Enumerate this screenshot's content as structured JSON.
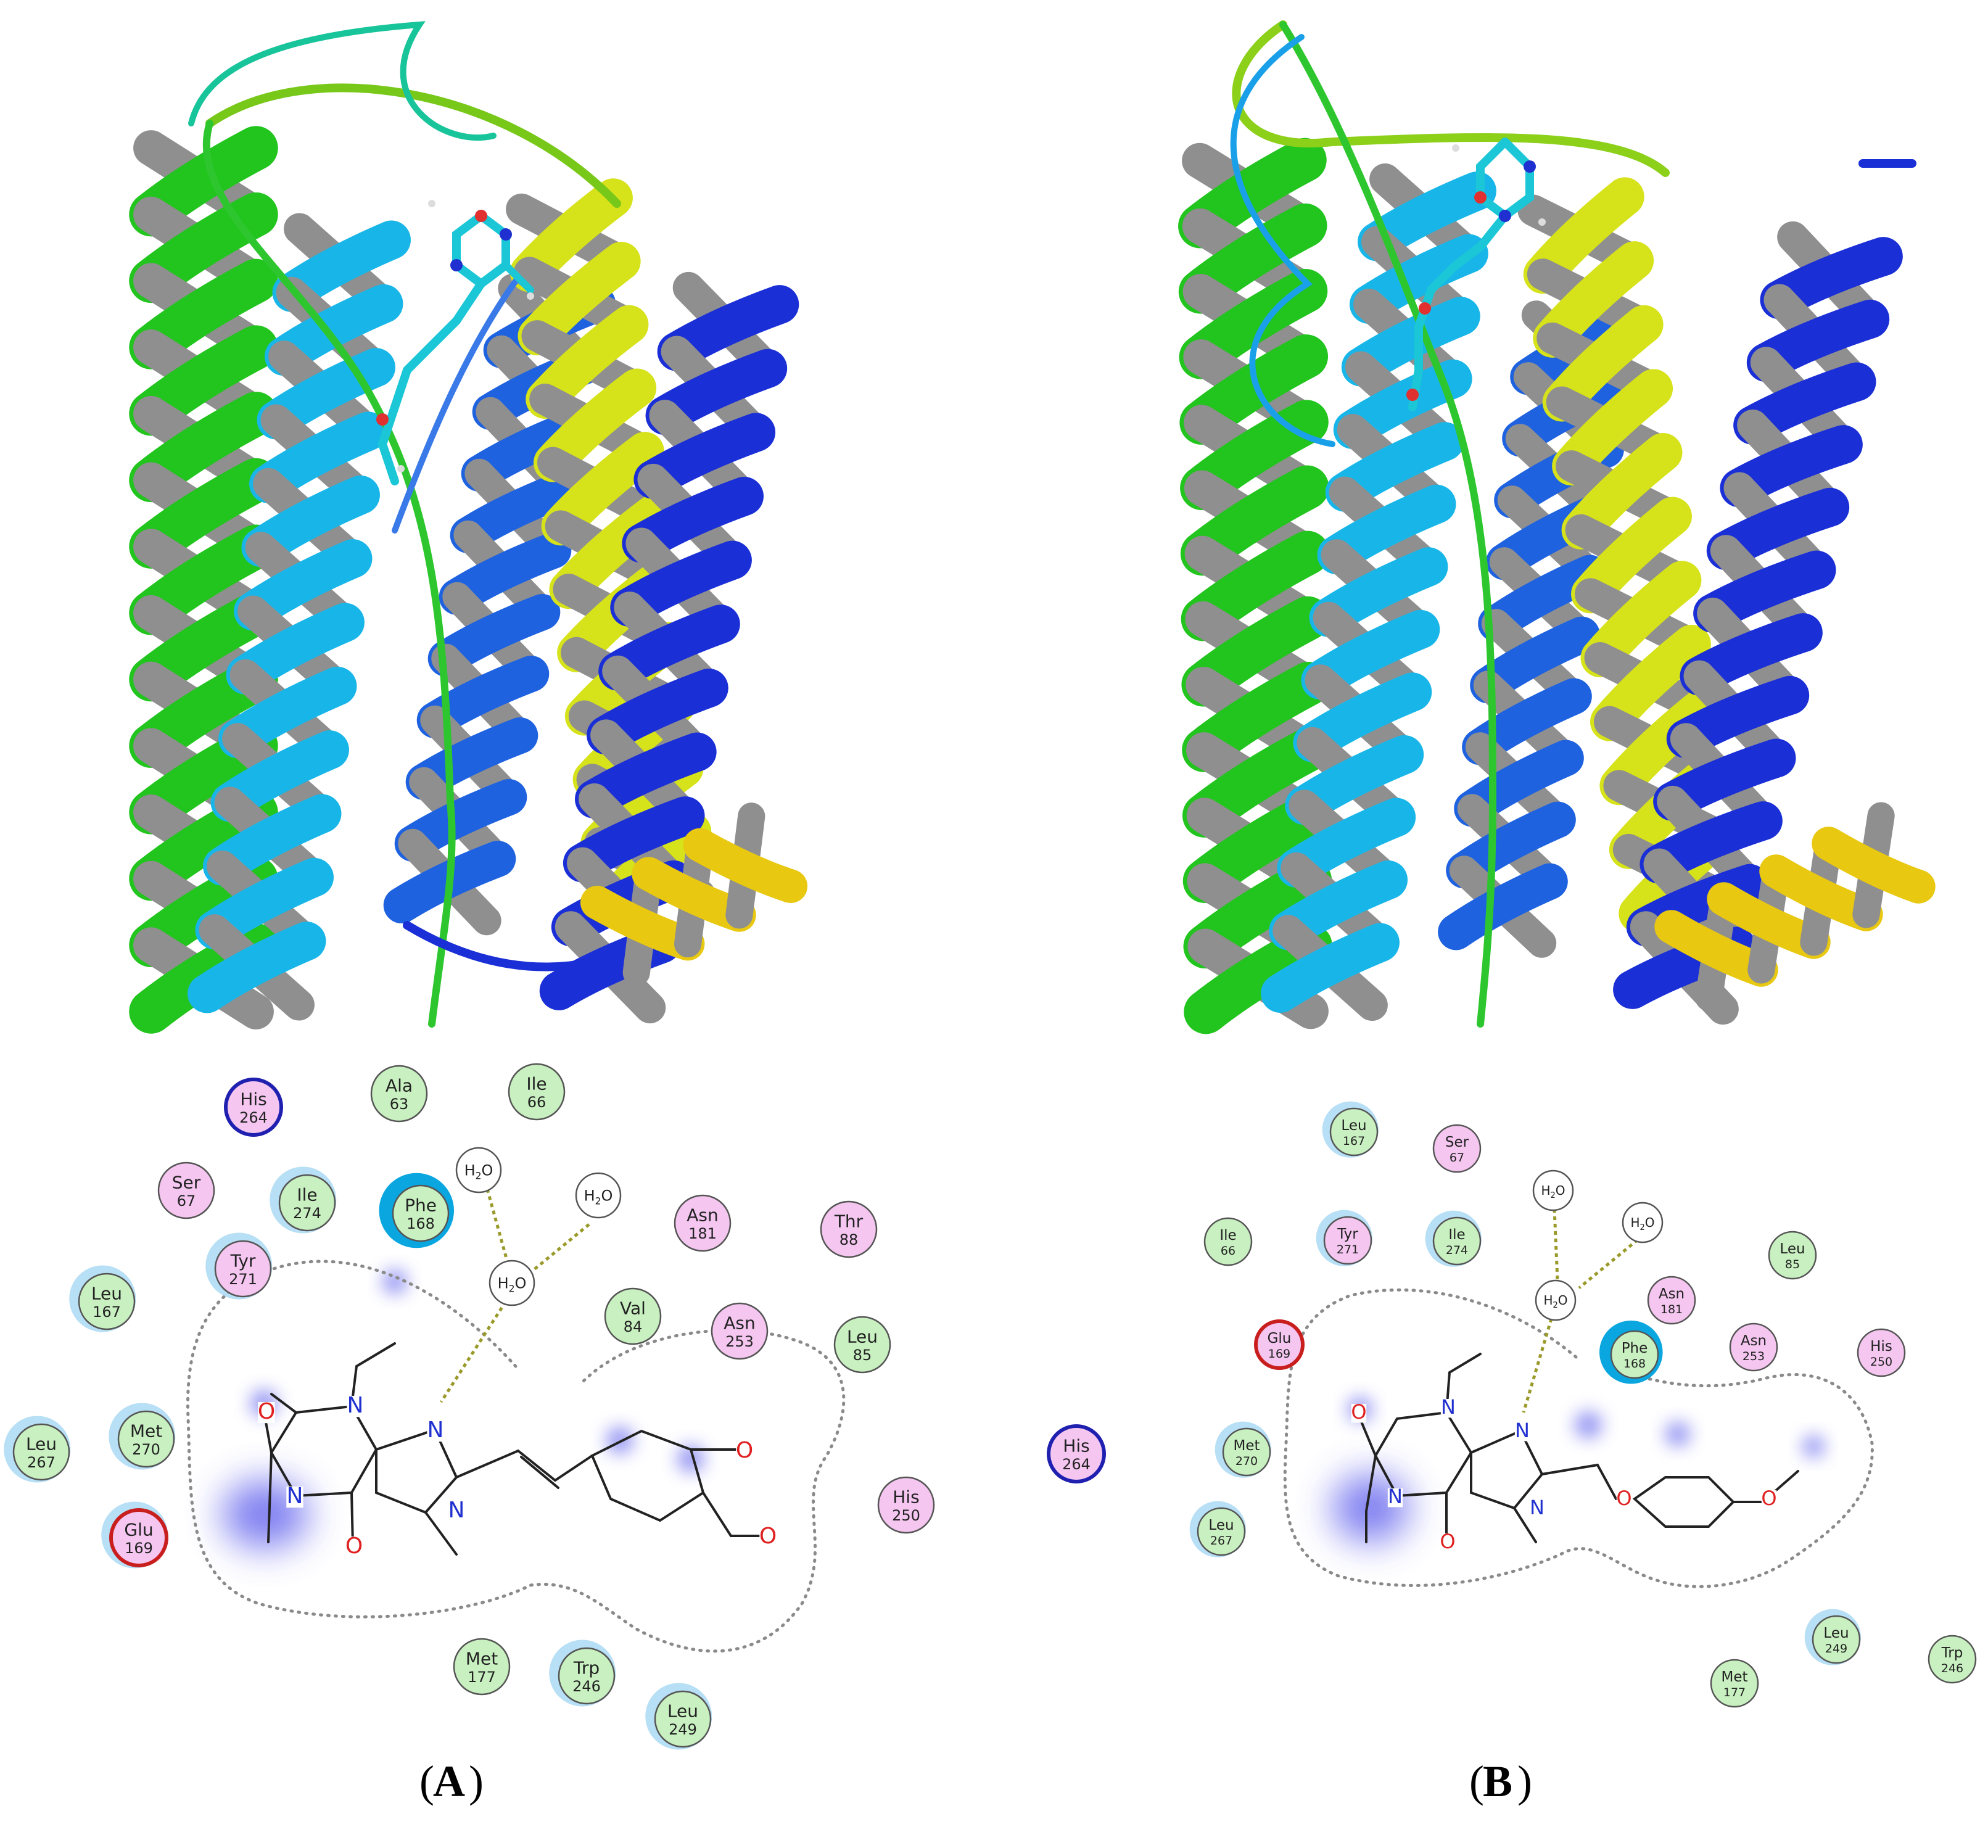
{
  "panels": [
    {
      "label": "A",
      "residues": [
        {
          "name": "His",
          "num": "264",
          "type": "polar",
          "exposure": 0,
          "ring": "blue"
        },
        {
          "name": "Ala",
          "num": "63",
          "type": "hydrophobic",
          "exposure": 0,
          "ring": "none"
        },
        {
          "name": "Ile",
          "num": "66",
          "type": "hydrophobic",
          "exposure": 0,
          "ring": "none"
        },
        {
          "name": "Ser",
          "num": "67",
          "type": "polar",
          "exposure": 0,
          "ring": "none"
        },
        {
          "name": "Ile",
          "num": "274",
          "type": "hydrophobic",
          "exposure": 1,
          "ring": "none"
        },
        {
          "name": "Phe",
          "num": "168",
          "type": "hydrophobic",
          "exposure": 3,
          "ring": "none"
        },
        {
          "name": "Asn",
          "num": "181",
          "type": "polar",
          "exposure": 0,
          "ring": "none"
        },
        {
          "name": "Thr",
          "num": "88",
          "type": "polar",
          "exposure": 0,
          "ring": "none"
        },
        {
          "name": "Tyr",
          "num": "271",
          "type": "polar",
          "exposure": 1,
          "ring": "none"
        },
        {
          "name": "Leu",
          "num": "167",
          "type": "hydrophobic",
          "exposure": 1,
          "ring": "none"
        },
        {
          "name": "Val",
          "num": "84",
          "type": "hydrophobic",
          "exposure": 0,
          "ring": "none"
        },
        {
          "name": "Asn",
          "num": "253",
          "type": "polar",
          "exposure": 0,
          "ring": "none"
        },
        {
          "name": "Leu",
          "num": "85",
          "type": "hydrophobic",
          "exposure": 0,
          "ring": "none"
        },
        {
          "name": "Met",
          "num": "270",
          "type": "hydrophobic",
          "exposure": 1,
          "ring": "none"
        },
        {
          "name": "Leu",
          "num": "267",
          "type": "hydrophobic",
          "exposure": 1,
          "ring": "none"
        },
        {
          "name": "His",
          "num": "264",
          "type": "polar",
          "exposure": 0,
          "ring": "blue"
        },
        {
          "name": "His",
          "num": "250",
          "type": "polar",
          "exposure": 0,
          "ring": "none"
        },
        {
          "name": "Glu",
          "num": "169",
          "type": "polar",
          "exposure": 1,
          "ring": "red"
        },
        {
          "name": "Met",
          "num": "177",
          "type": "hydrophobic",
          "exposure": 0,
          "ring": "none"
        },
        {
          "name": "Trp",
          "num": "246",
          "type": "hydrophobic",
          "exposure": 1,
          "ring": "none"
        },
        {
          "name": "Leu",
          "num": "249",
          "type": "hydrophobic",
          "exposure": 1,
          "ring": "none"
        }
      ],
      "waters": [
        "H2O",
        "H2O",
        "H2O"
      ],
      "atom_labels": [
        "O",
        "N",
        "N",
        "N",
        "N",
        "O",
        "O",
        "O"
      ]
    },
    {
      "label": "B",
      "residues": [
        {
          "name": "Leu",
          "num": "167",
          "type": "hydrophobic",
          "exposure": 1,
          "ring": "none"
        },
        {
          "name": "Ser",
          "num": "67",
          "type": "polar",
          "exposure": 0,
          "ring": "none"
        },
        {
          "name": "Ile",
          "num": "66",
          "type": "hydrophobic",
          "exposure": 0,
          "ring": "none"
        },
        {
          "name": "Tyr",
          "num": "271",
          "type": "polar",
          "exposure": 1,
          "ring": "none"
        },
        {
          "name": "Ile",
          "num": "274",
          "type": "hydrophobic",
          "exposure": 1,
          "ring": "none"
        },
        {
          "name": "Leu",
          "num": "85",
          "type": "hydrophobic",
          "exposure": 0,
          "ring": "none"
        },
        {
          "name": "Asn",
          "num": "181",
          "type": "polar",
          "exposure": 0,
          "ring": "none"
        },
        {
          "name": "Glu",
          "num": "169",
          "type": "polar",
          "exposure": 0,
          "ring": "red"
        },
        {
          "name": "Phe",
          "num": "168",
          "type": "hydrophobic",
          "exposure": 3,
          "ring": "none"
        },
        {
          "name": "Asn",
          "num": "253",
          "type": "polar",
          "exposure": 0,
          "ring": "none"
        },
        {
          "name": "His",
          "num": "250",
          "type": "polar",
          "exposure": 0,
          "ring": "none"
        },
        {
          "name": "Met",
          "num": "270",
          "type": "hydrophobic",
          "exposure": 1,
          "ring": "none"
        },
        {
          "name": "Leu",
          "num": "267",
          "type": "hydrophobic",
          "exposure": 1,
          "ring": "none"
        },
        {
          "name": "Leu",
          "num": "249",
          "type": "hydrophobic",
          "exposure": 1,
          "ring": "none"
        },
        {
          "name": "Trp",
          "num": "246",
          "type": "hydrophobic",
          "exposure": 0,
          "ring": "none"
        },
        {
          "name": "Met",
          "num": "177",
          "type": "hydrophobic",
          "exposure": 0,
          "ring": "none"
        }
      ],
      "waters": [
        "H2O",
        "H2O",
        "H2O"
      ],
      "atom_labels": [
        "O",
        "N",
        "N",
        "N",
        "N",
        "O",
        "O",
        "O"
      ]
    }
  ],
  "colors": {
    "hydrophobic_fill": "#c8f0c0",
    "polar_fill": "#f4c6f0",
    "exposure_halo": "#9fd4f2",
    "basic_ring": "#2020b0",
    "acidic_ring": "#c81e1e",
    "hbond": "#9a9a2a",
    "pocket_outline": "#8a8a8a",
    "solvent_blur": "#6666ee",
    "helix_blue": "#1a2fd6",
    "helix_lightblue": "#18b6e8",
    "helix_green": "#22c41e",
    "helix_yellow": "#d6e21a",
    "helix_underside": "#8f8f8f"
  }
}
